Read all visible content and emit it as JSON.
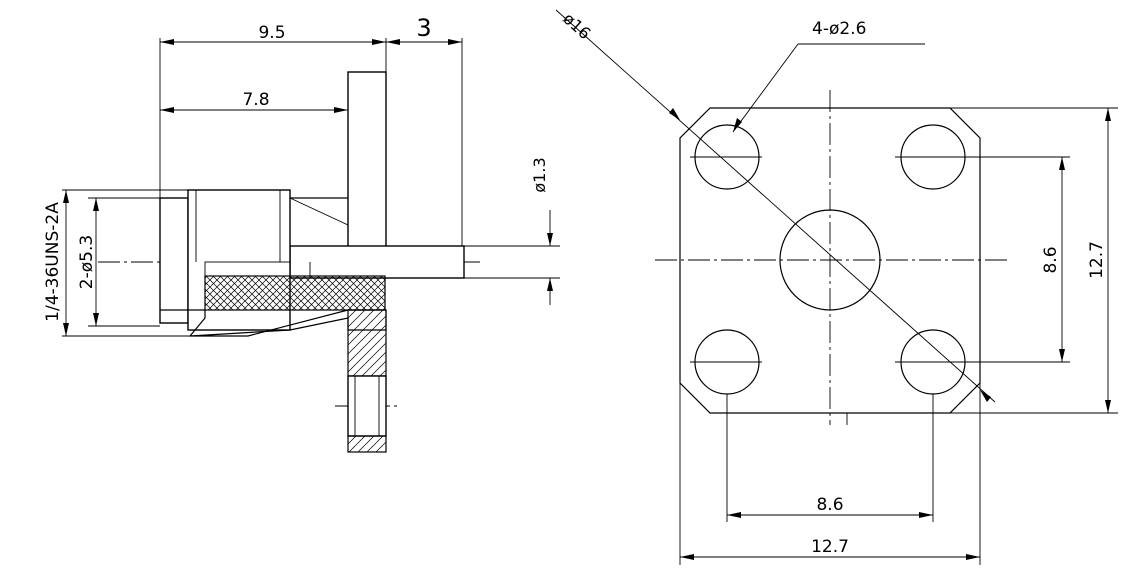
{
  "side_view": {
    "dims": {
      "length_total": "9.5",
      "flange_thickness": "3",
      "length_to_flange": "7.8",
      "pin_diameter": "ø1.3",
      "thread_spec": "1/4-36UNS-2A",
      "body_diameter": "2-ø5.3"
    }
  },
  "front_view": {
    "dims": {
      "bolt_circle": "ø16",
      "holes": "4-ø2.6",
      "hole_spacing_vertical": "8.6",
      "flange_height": "12.7",
      "hole_spacing_horizontal": "8.6",
      "flange_width": "12.7"
    }
  },
  "colors": {
    "line": "#000000",
    "background": "#ffffff"
  }
}
